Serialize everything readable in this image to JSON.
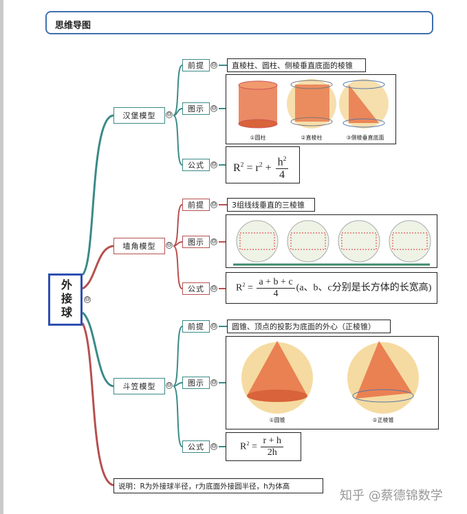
{
  "title": "思维导图",
  "root": "外接球",
  "labels": {
    "premise": "前提",
    "figure": "图示",
    "formula": "公式"
  },
  "branches": [
    {
      "name": "汉堡模型",
      "premise": "直棱柱、圆柱、侧棱垂直底面的棱锥",
      "captions": [
        "①圆柱",
        "②直棱柱",
        "③侧棱垂直底面"
      ],
      "formula": {
        "lhs": "R",
        "mid": " = r",
        "num": "h",
        "den": "4"
      }
    },
    {
      "name": "墙角模型",
      "premise": "3组线线垂直的三棱锥",
      "formula": {
        "lhs": "R",
        "num": "a + b + c",
        "den": "4",
        "note": "(a、b、c分别是长方体的长宽高)"
      }
    },
    {
      "name": "斗笠模型",
      "premise": "圆锥、顶点的投影为底面的外心（正棱锥）",
      "captions": [
        "①圆锥",
        "②正棱锥"
      ],
      "formula": {
        "lhs": "R",
        "num": "r + h",
        "den": "2h"
      }
    }
  ],
  "note": "说明：R为外接球半径，r为底面外接圆半径，h为体高",
  "toggle_symbol": "⊖",
  "watermark": "知乎 @蔡德锦数学",
  "colors": {
    "teal": "#3a8a87",
    "red": "#b6504f",
    "root_border": "#2e4fb0"
  }
}
